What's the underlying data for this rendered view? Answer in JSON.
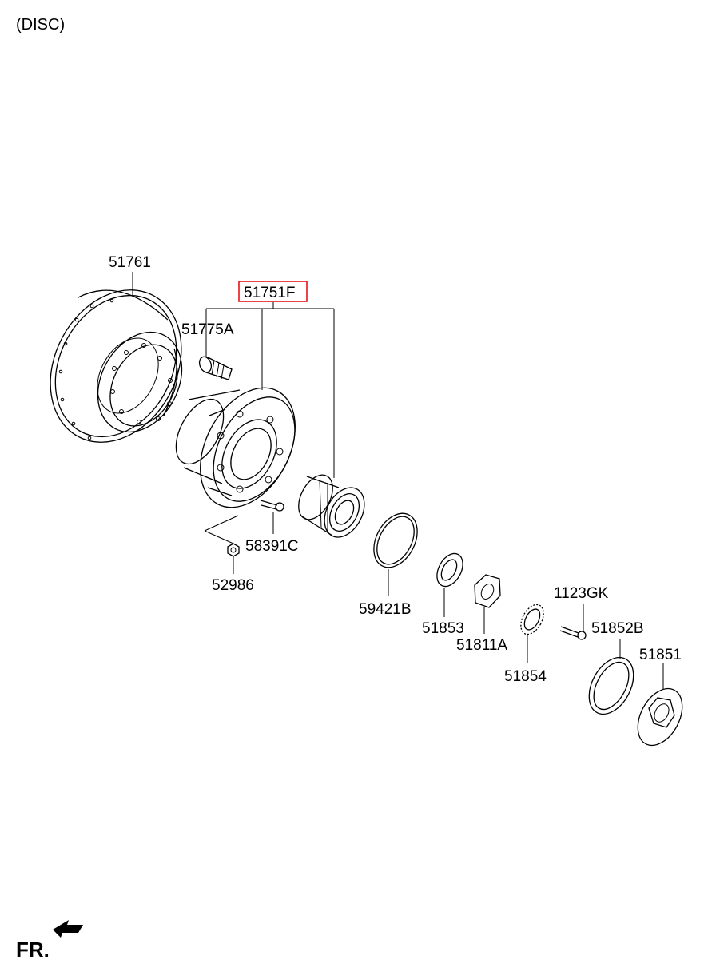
{
  "header": {
    "variant": "(DISC)"
  },
  "highlight_color": "#e8141b",
  "parts": [
    {
      "id": "disc",
      "number": "51761"
    },
    {
      "id": "hub_assembly",
      "number": "51751F",
      "highlighted": true
    },
    {
      "id": "hub_bolt",
      "number": "51775A"
    },
    {
      "id": "stud_bolt",
      "number": "58391C"
    },
    {
      "id": "nut",
      "number": "52986"
    },
    {
      "id": "snap_ring",
      "number": "59421B"
    },
    {
      "id": "washer",
      "number": "51853"
    },
    {
      "id": "lock_nut",
      "number": "51811A"
    },
    {
      "id": "lock_washer",
      "number": "51854"
    },
    {
      "id": "screw",
      "number": "1123GK"
    },
    {
      "id": "seal",
      "number": "51852B"
    },
    {
      "id": "cap",
      "number": "51851"
    }
  ],
  "direction_marker": {
    "label": "FR.",
    "icon": "front-arrow-icon"
  }
}
